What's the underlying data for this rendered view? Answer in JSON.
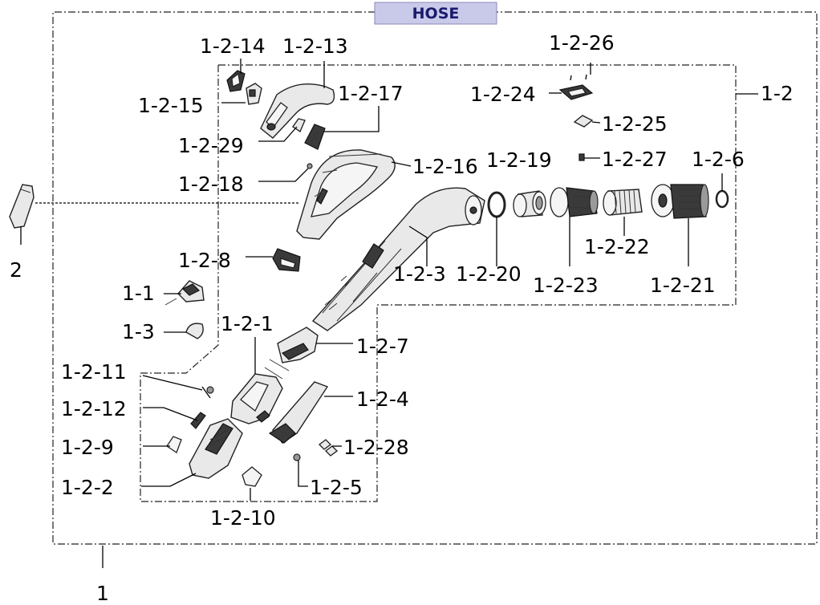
{
  "diagram": {
    "title": "HOSE",
    "colors": {
      "title_bg": "#c9c9e9",
      "title_text": "#1a1a6e",
      "line": "#000000"
    },
    "labels": {
      "p1": "1",
      "p2": "2",
      "p1_1": "1-1",
      "p1_2": "1-2",
      "p1_3": "1-3",
      "p1_2_1": "1-2-1",
      "p1_2_2": "1-2-2",
      "p1_2_4": "1-2-4",
      "p1_2_5": "1-2-5",
      "p1_2_6": "1-2-6",
      "p1_2_7": "1-2-7",
      "p1_2_8": "1-2-8",
      "p1_2_9": "1-2-9",
      "p1_2_10": "1-2-10",
      "p1_2_11": "1-2-11",
      "p1_2_12": "1-2-12",
      "p1_2_13": "1-2-13",
      "p1_2_14": "1-2-14",
      "p1_2_15": "1-2-15",
      "p1_2_16": "1-2-16",
      "p1_2_17": "1-2-17",
      "p1_2_18": "1-2-18",
      "p1_2_19": "1-2-19",
      "p1_2_20": "1-2-20",
      "p1_2_21": "1-2-21",
      "p1_2_22": "1-2-22",
      "p1_2_23": "1-2-23",
      "p1_2_24": "1-2-24",
      "p1_2_25": "1-2-25",
      "p1_2_26": "1-2-26",
      "p1_2_27": "1-2-27",
      "p1_2_28": "1-2-28",
      "p1_2_29": "1-2-29",
      "p1_2_3": "1-2-3"
    }
  }
}
